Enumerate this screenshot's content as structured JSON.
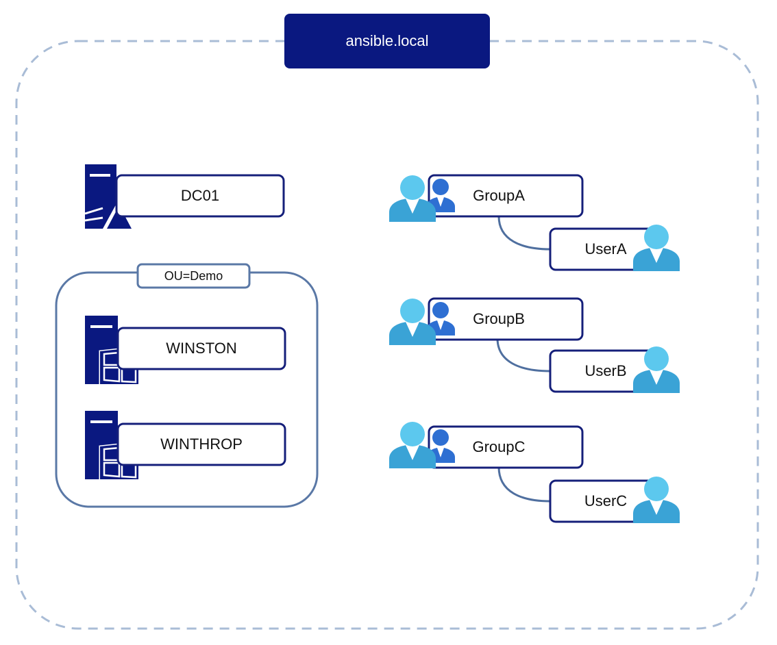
{
  "domain": {
    "name": "ansible.local"
  },
  "domain_controller": {
    "name": "DC01"
  },
  "ou": {
    "label": "OU=Demo",
    "servers": [
      {
        "name": "WINSTON"
      },
      {
        "name": "WINTHROP"
      }
    ]
  },
  "groups": [
    {
      "name": "GroupA",
      "user": "UserA"
    },
    {
      "name": "GroupB",
      "user": "UserB"
    },
    {
      "name": "GroupC",
      "user": "UserC"
    }
  ],
  "colors": {
    "navy": "#0a1880",
    "border_navy": "#151f7a",
    "dashed_border": "#a9bcd6",
    "ou_border": "#5a78a6",
    "user_light_blue": "#5cc8ee",
    "user_body": "#3aa3d6",
    "group_dark_user": "#2e6fd2"
  }
}
